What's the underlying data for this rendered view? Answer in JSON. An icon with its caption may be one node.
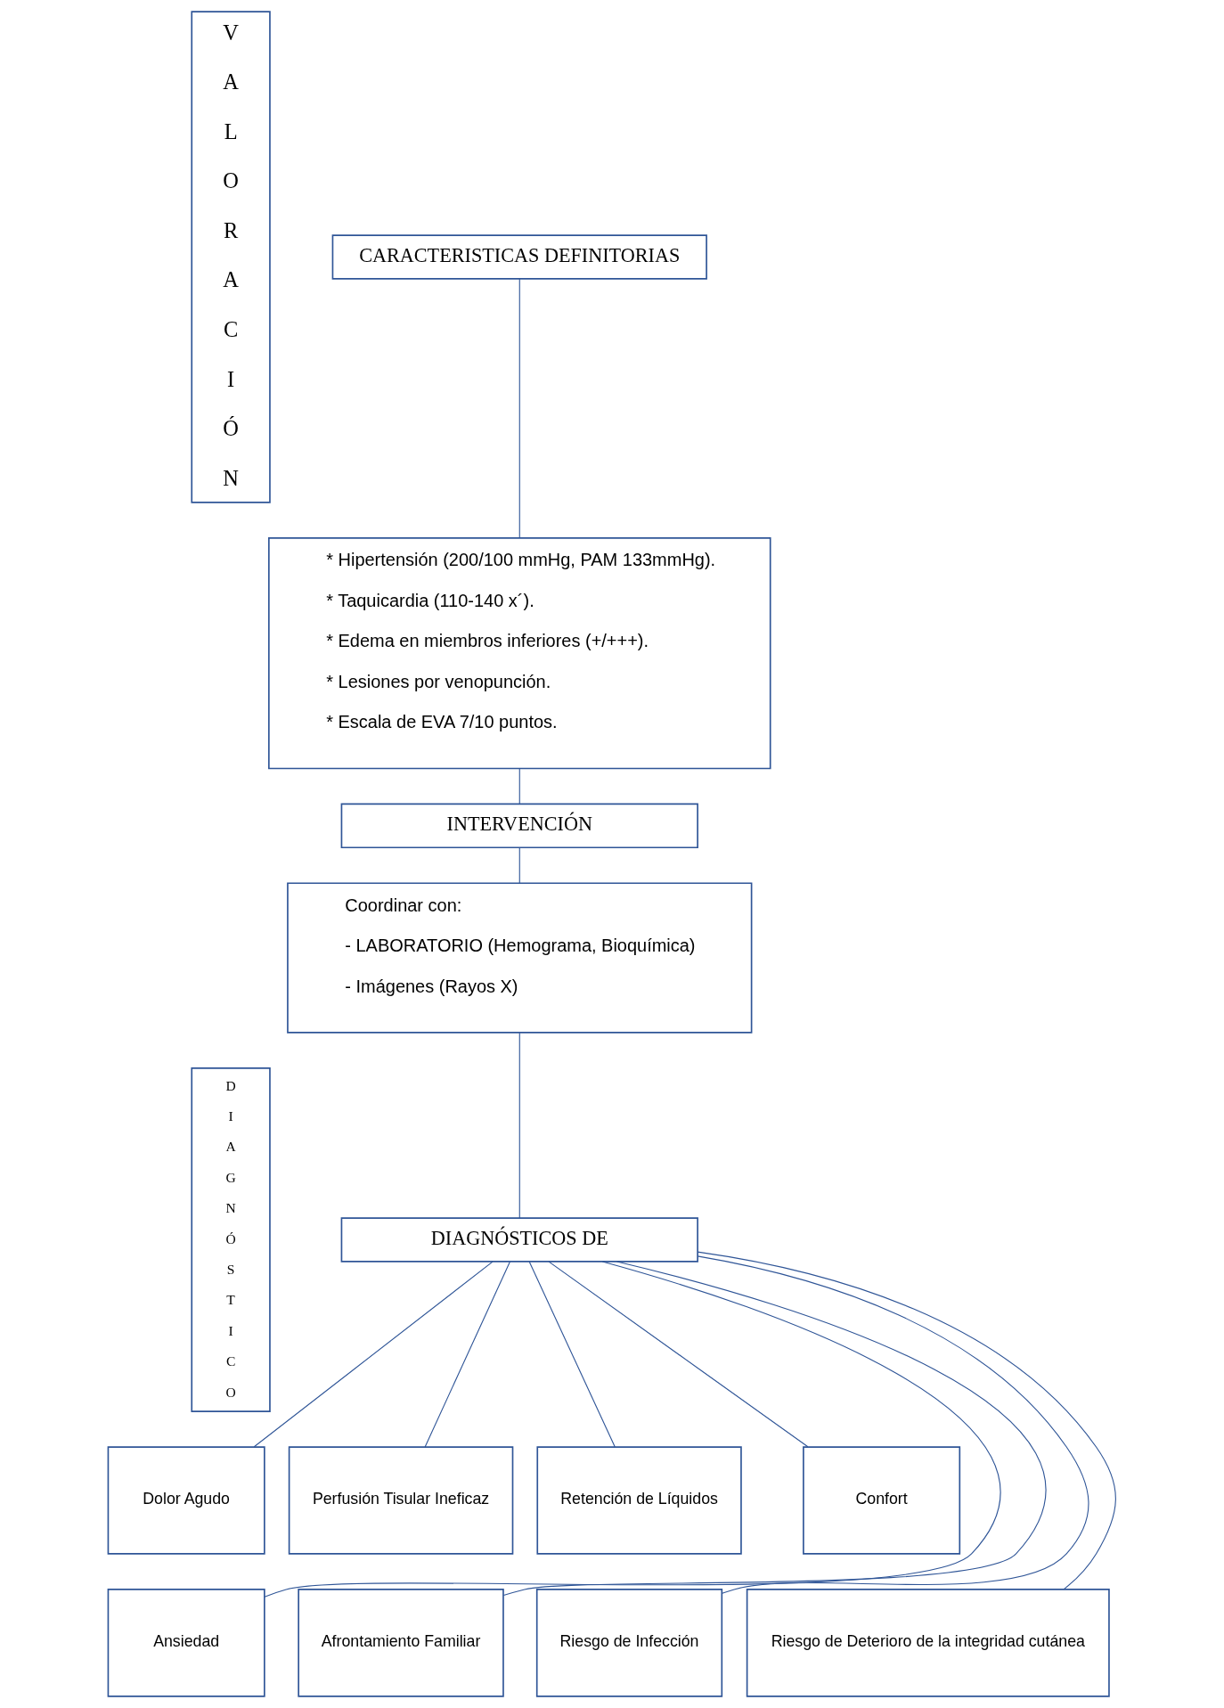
{
  "diagram": {
    "nodes": [
      {
        "text": [
          "V A L O R A C I Ó N"
        ]
      },
      {
        "text": [
          "CARACTERISTICAS DEFINITORIAS"
        ]
      },
      {
        "text": [
          "* Hipertensión (200/100 mmHg, PAM 133mmHg).",
          "* Taquicardia (110-140 x´).",
          "* Edema en miembros inferiores (+/+++).",
          "* Lesiones por venopunción.",
          "* Escala de EVA 7/10 puntos."
        ]
      },
      {
        "text": [
          "INTERVENCIÓN"
        ]
      },
      {
        "text": [
          "Coordinar con:",
          "- LABORATORIO (Hemograma, Bioquímica)",
          "- Imágenes (Rayos X)"
        ]
      },
      {
        "text": [
          "DIAGNÓSTICOS DE"
        ]
      },
      {
        "text": [
          "Dolor Agudo"
        ]
      },
      {
        "text": [
          "Perfusión Tisular Ineficaz"
        ]
      },
      {
        "text": [
          "Retención de Líquidos"
        ]
      },
      {
        "text": [
          "Confort"
        ]
      },
      {
        "text": [
          "Ansiedad"
        ]
      },
      {
        "text": [
          "Afrontamiento Familiar"
        ]
      },
      {
        "text": [
          "Riesgo de Infección"
        ]
      },
      {
        "text": [
          "Riesgo de Deterioro de la integridad cutánea"
        ]
      },
      {
        "text": [
          "D I A G N Ó S T I C O"
        ]
      }
    ],
    "edges": [
      {
        "from": 1,
        "to": 2,
        "arrow": "none"
      },
      {
        "from": 2,
        "to": 3,
        "arrow": "none"
      },
      {
        "from": 3,
        "to": 4,
        "arrow": "none"
      },
      {
        "from": 4,
        "to": 5,
        "arrow": "none"
      },
      {
        "from": 5,
        "to": 6,
        "arrow": "none"
      },
      {
        "from": 5,
        "to": 7,
        "arrow": "none"
      },
      {
        "from": 5,
        "to": 8,
        "arrow": "none"
      },
      {
        "from": 5,
        "to": 9,
        "arrow": "none"
      },
      {
        "from": 5,
        "to": 10,
        "arrow": "none"
      },
      {
        "from": 5,
        "to": 11,
        "arrow": "none"
      },
      {
        "from": 5,
        "to": 12,
        "arrow": "none"
      },
      {
        "from": 5,
        "to": 13,
        "arrow": "none"
      }
    ]
  }
}
